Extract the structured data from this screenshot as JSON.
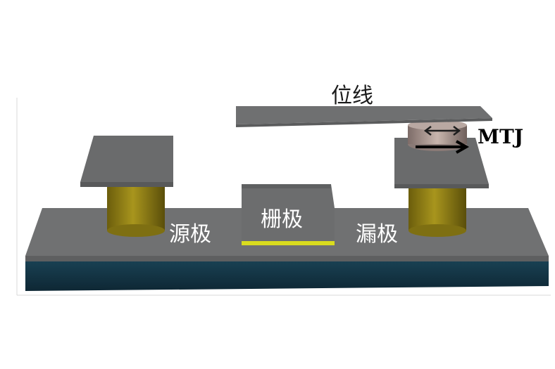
{
  "labels": {
    "bit_line": "位线",
    "mtj": "MTJ",
    "source": "源极",
    "gate": "栅极",
    "drain": "漏极"
  },
  "colors": {
    "substrate_top": "#707172",
    "substrate_base": "#16384a",
    "gate_oxide": "#d9dc1e",
    "via": "#8a7a14",
    "pad": "#6a6b6c",
    "bit_line": "#6f7071",
    "mtj_body": "#9c8a86",
    "label_white": "#ffffff"
  }
}
